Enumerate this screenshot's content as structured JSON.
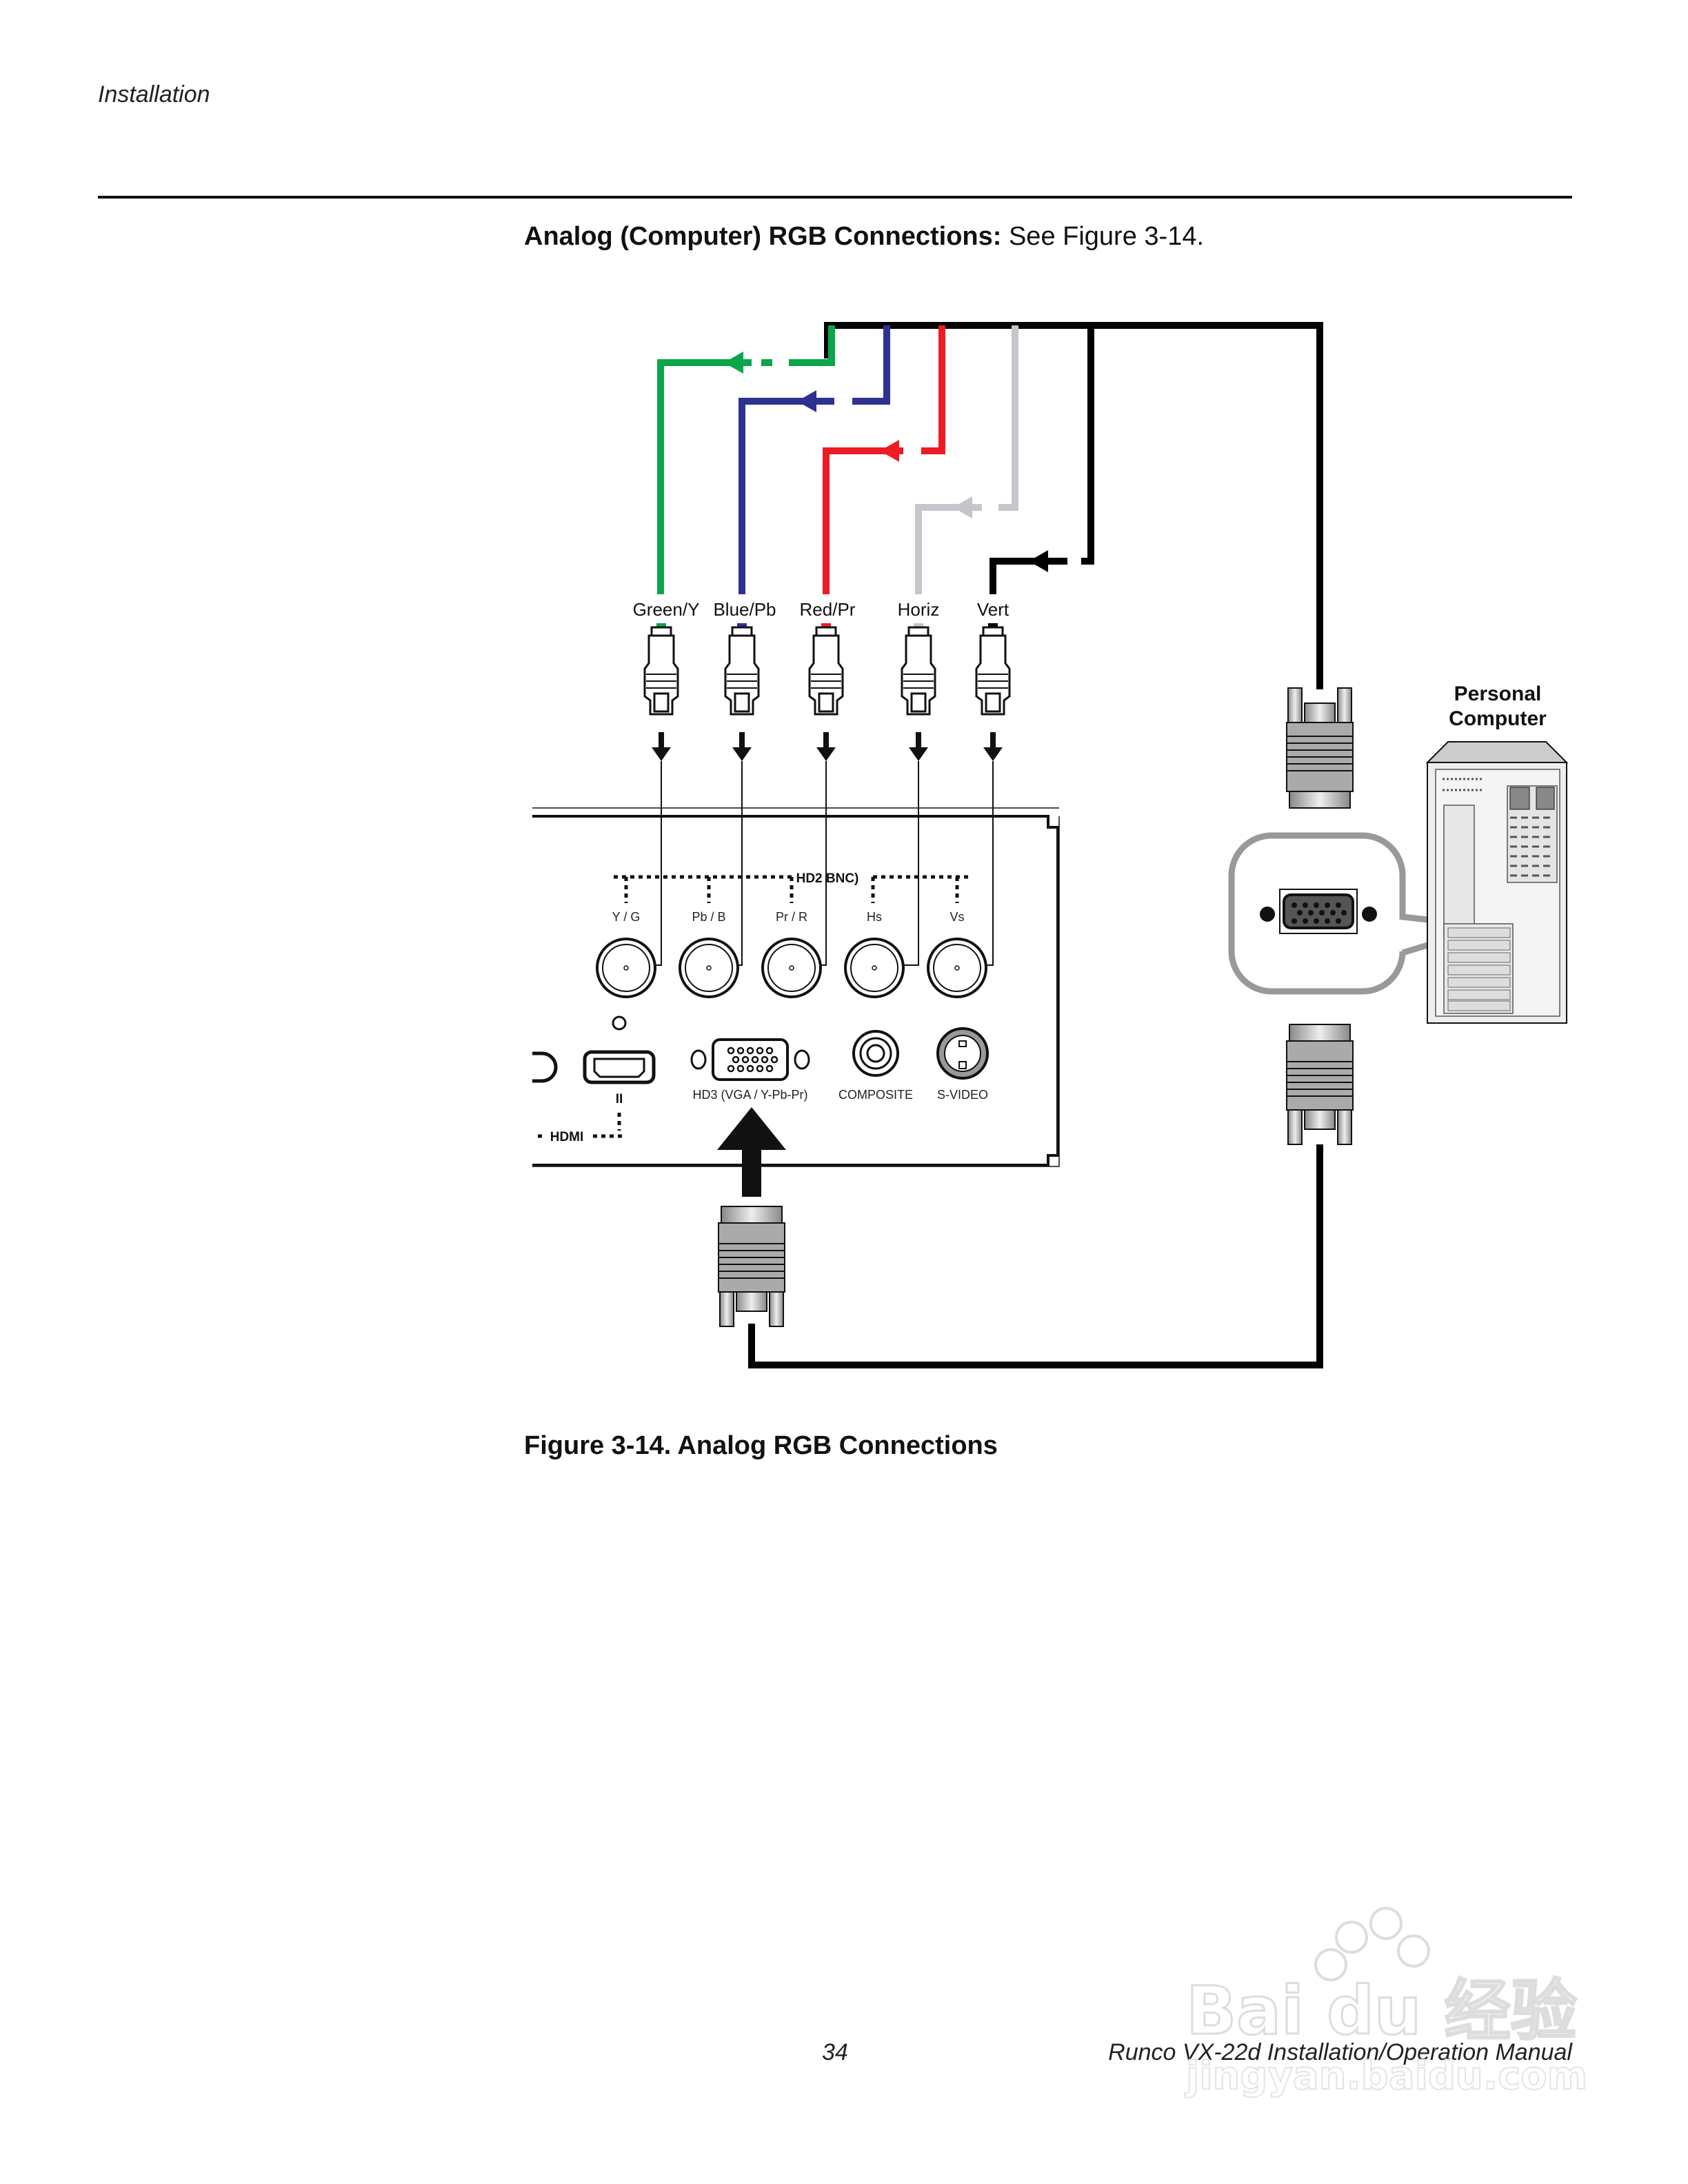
{
  "header": {
    "section": "Installation"
  },
  "heading": {
    "bold": "Analog (Computer) RGB Connections:",
    "rest": " See Figure 3-14."
  },
  "figure": {
    "cable_labels": [
      "Green/Y",
      "Blue/Pb",
      "Red/Pr",
      "Horiz",
      "Vert"
    ],
    "cable_colors": [
      "#0aa64a",
      "#2e3192",
      "#ed1c24",
      "#c4c6cc",
      "#000000"
    ],
    "panel_group_label": "HD2  BNC)",
    "jack_labels": [
      "Y / G",
      "Pb / B",
      "Pr / R",
      "Hs",
      "Vs"
    ],
    "hdmi_number": "II",
    "hdmi_label": "HDMI",
    "vga_label": "HD3 (VGA / Y-Pb-Pr)",
    "composite_label": "COMPOSITE",
    "svideo_label": "S-VIDEO",
    "pc_label_line1": "Personal",
    "pc_label_line2": "Computer",
    "caption": "Figure 3-14. Analog RGB Connections"
  },
  "footer": {
    "page_number": "34",
    "manual_title": "Runco VX-22d Installation/Operation Manual"
  },
  "watermark": {
    "text": "Bai du 经验",
    "subtext": "jingyan.baidu.com"
  }
}
